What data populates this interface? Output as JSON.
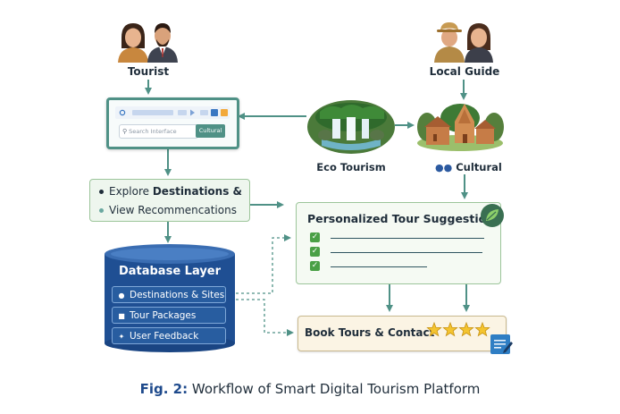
{
  "tourist": {
    "label": "Tourist"
  },
  "local_guide": {
    "label": "Local Guide"
  },
  "search_ui": {
    "placeholder": "Search Interface",
    "filter_button": "Cultural"
  },
  "eco": {
    "label": "Eco Tourism"
  },
  "cultural": {
    "label": "Cultural"
  },
  "explore": {
    "line1_prefix": "Explore ",
    "line1_bold": "Destinations &",
    "line2": "View Recommencations"
  },
  "database": {
    "title": "Database Layer",
    "items": [
      {
        "label": "Destinations & Sites",
        "icon": "map-pin-icon"
      },
      {
        "label": "Tour Packages",
        "icon": "package-icon"
      },
      {
        "label": "User Feedback",
        "icon": "feedback-icon"
      }
    ]
  },
  "suggestions": {
    "title": "Personalized Tour Suggestions",
    "items_count": 3
  },
  "book": {
    "label": "Book Tours & Contact",
    "rating": 4
  },
  "caption": {
    "prefix": "Fig. 2:",
    "text": "Workflow of Smart Digital Tourism Platform"
  },
  "colors": {
    "arrow": "#4f9186",
    "db_blue": "#1f4f93",
    "accent_green": "#4aa046",
    "caption_blue": "#1e4a8c"
  }
}
